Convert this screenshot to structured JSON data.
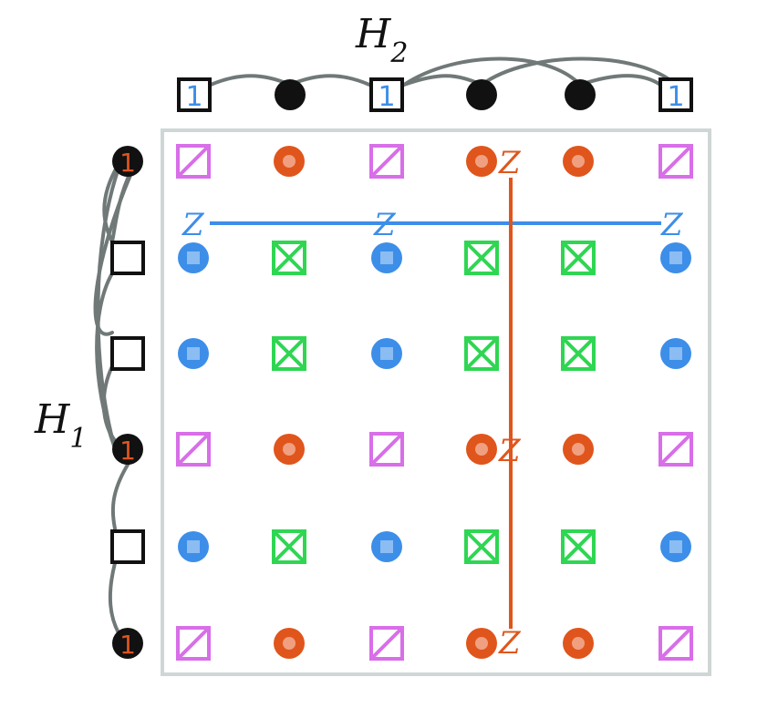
{
  "labels": {
    "h1_main": "H",
    "h1_sub": "1",
    "h2_main": "H",
    "h2_sub": "2",
    "z": "Z",
    "one": "1"
  },
  "colors": {
    "curve": "#707878",
    "node_fill": "#111111",
    "node_stroke": "#111111",
    "orange": "#e0551c",
    "orange_inner": "#f0a080",
    "blue": "#3d8ee8",
    "blue_inner": "#8bbcf2",
    "magenta": "#d86ee8",
    "green": "#2fd652",
    "frame": "#cfd6d6",
    "one_blue": "#3d8ee8",
    "one_orange": "#e0551c"
  },
  "grid": {
    "rows": [
      [
        "magenta-square",
        "orange-circle",
        "magenta-square",
        "orange-circle",
        "orange-circle",
        "magenta-square"
      ],
      [
        "blue-circle",
        "green-square",
        "blue-circle",
        "green-square",
        "green-square",
        "blue-circle"
      ],
      [
        "blue-circle",
        "green-square",
        "blue-circle",
        "green-square",
        "green-square",
        "blue-circle"
      ],
      [
        "magenta-square",
        "orange-circle",
        "magenta-square",
        "orange-circle",
        "orange-circle",
        "magenta-square"
      ],
      [
        "blue-circle",
        "green-square",
        "blue-circle",
        "green-square",
        "green-square",
        "blue-circle"
      ],
      [
        "magenta-square",
        "orange-circle",
        "magenta-square",
        "orange-circle",
        "orange-circle",
        "magenta-square"
      ]
    ]
  },
  "top_nodes": [
    "square-1",
    "dot",
    "square-1",
    "dot",
    "dot",
    "square-1"
  ],
  "left_nodes": [
    "dot-1",
    "square",
    "square",
    "dot-1",
    "square",
    "dot-1"
  ]
}
